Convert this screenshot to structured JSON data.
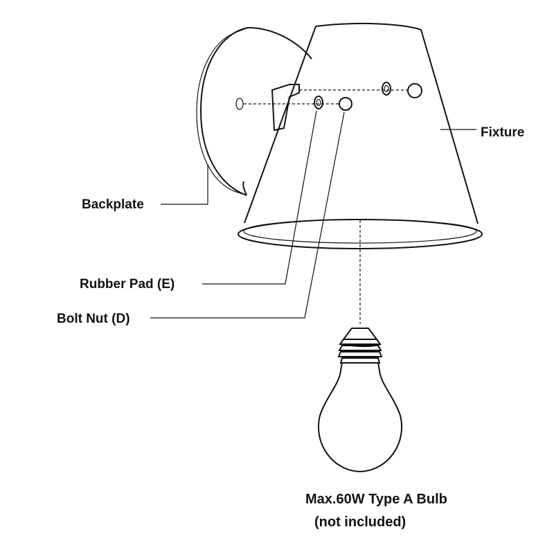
{
  "labels": {
    "fixture": "Fixture",
    "backplate": "Backplate",
    "rubber_pad": "Rubber Pad (E)",
    "bolt_nut": "Bolt Nut (D)",
    "bulb_line1": "Max.60W Type A Bulb",
    "bulb_line2": "(not included)"
  },
  "colors": {
    "line": "#111111",
    "background": "#ffffff"
  }
}
